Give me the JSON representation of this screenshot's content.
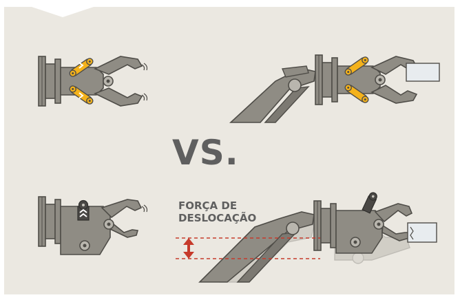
{
  "vs_text": "VS.",
  "force_label": {
    "line1": "FORÇA DE",
    "line2": "DESLOCAÇÃO"
  },
  "colors": {
    "background": "#ebe8e1",
    "steel": "#8f8c84",
    "steel_dark": "#5b5953",
    "cylinder": "#f4b21b",
    "arrow": "#c63a2b",
    "text": "#5f5f5f",
    "beam": "#e8ecef"
  },
  "icons": [
    "yellow-cylinder-icon",
    "black-cylinder-icon",
    "pivot-pin-icon",
    "red-double-arrow-icon"
  ]
}
